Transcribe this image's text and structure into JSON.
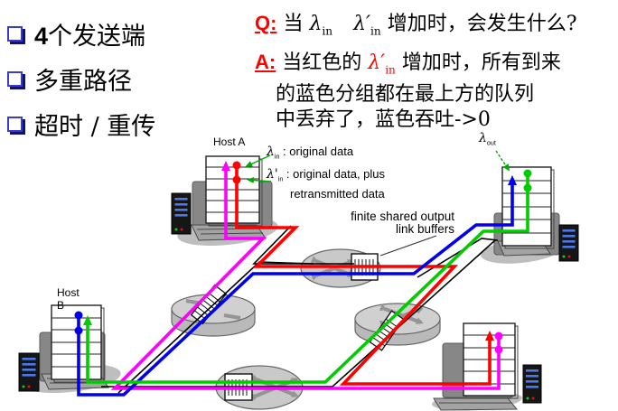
{
  "bullets": {
    "items": [
      {
        "bold": "4",
        "text": "个发送端"
      },
      {
        "bold": "",
        "text": "多重路径"
      },
      {
        "bold": "",
        "text": "超时 / 重传"
      }
    ]
  },
  "qa": {
    "q": {
      "label": "Q:",
      "pre": "当",
      "lambda1": {
        "base": "λ",
        "sub": "in"
      },
      "lambda2": {
        "base": "λ′",
        "sub": "in"
      },
      "post": "增加时，会发生什么?"
    },
    "a": {
      "label": "A:",
      "pre": "当红色的",
      "lambda": {
        "base": "λ′",
        "sub": "in"
      },
      "post": "增加时，所有到来",
      "line2": "的蓝色分组都在最上方的队列",
      "line3": "中丢弃了，蓝色吞吐->0"
    }
  },
  "diagram": {
    "host_a": "Host A",
    "host_b_1": "Host",
    "host_b_2": "B",
    "lambda_in": {
      "base": "λ",
      "sub": "in",
      "desc": " : original data"
    },
    "lambda_in_prime": {
      "base": "λ'",
      "sub": "in",
      "desc": " : original data, plus",
      "desc2": "retransmitted data"
    },
    "lambda_out": {
      "base": "λ",
      "sub": "out"
    },
    "buffers_line1": "finite shared output",
    "buffers_line2": "link buffers"
  },
  "colors": {
    "red": "#ff0000",
    "blue": "#0000ee",
    "green": "#00cc00",
    "magenta": "#ff00ff",
    "link_black": "#000000",
    "router_gray": "#c9c9c9",
    "bullet_blue": "#3a3ace",
    "qa_accent": "#ff0000"
  }
}
